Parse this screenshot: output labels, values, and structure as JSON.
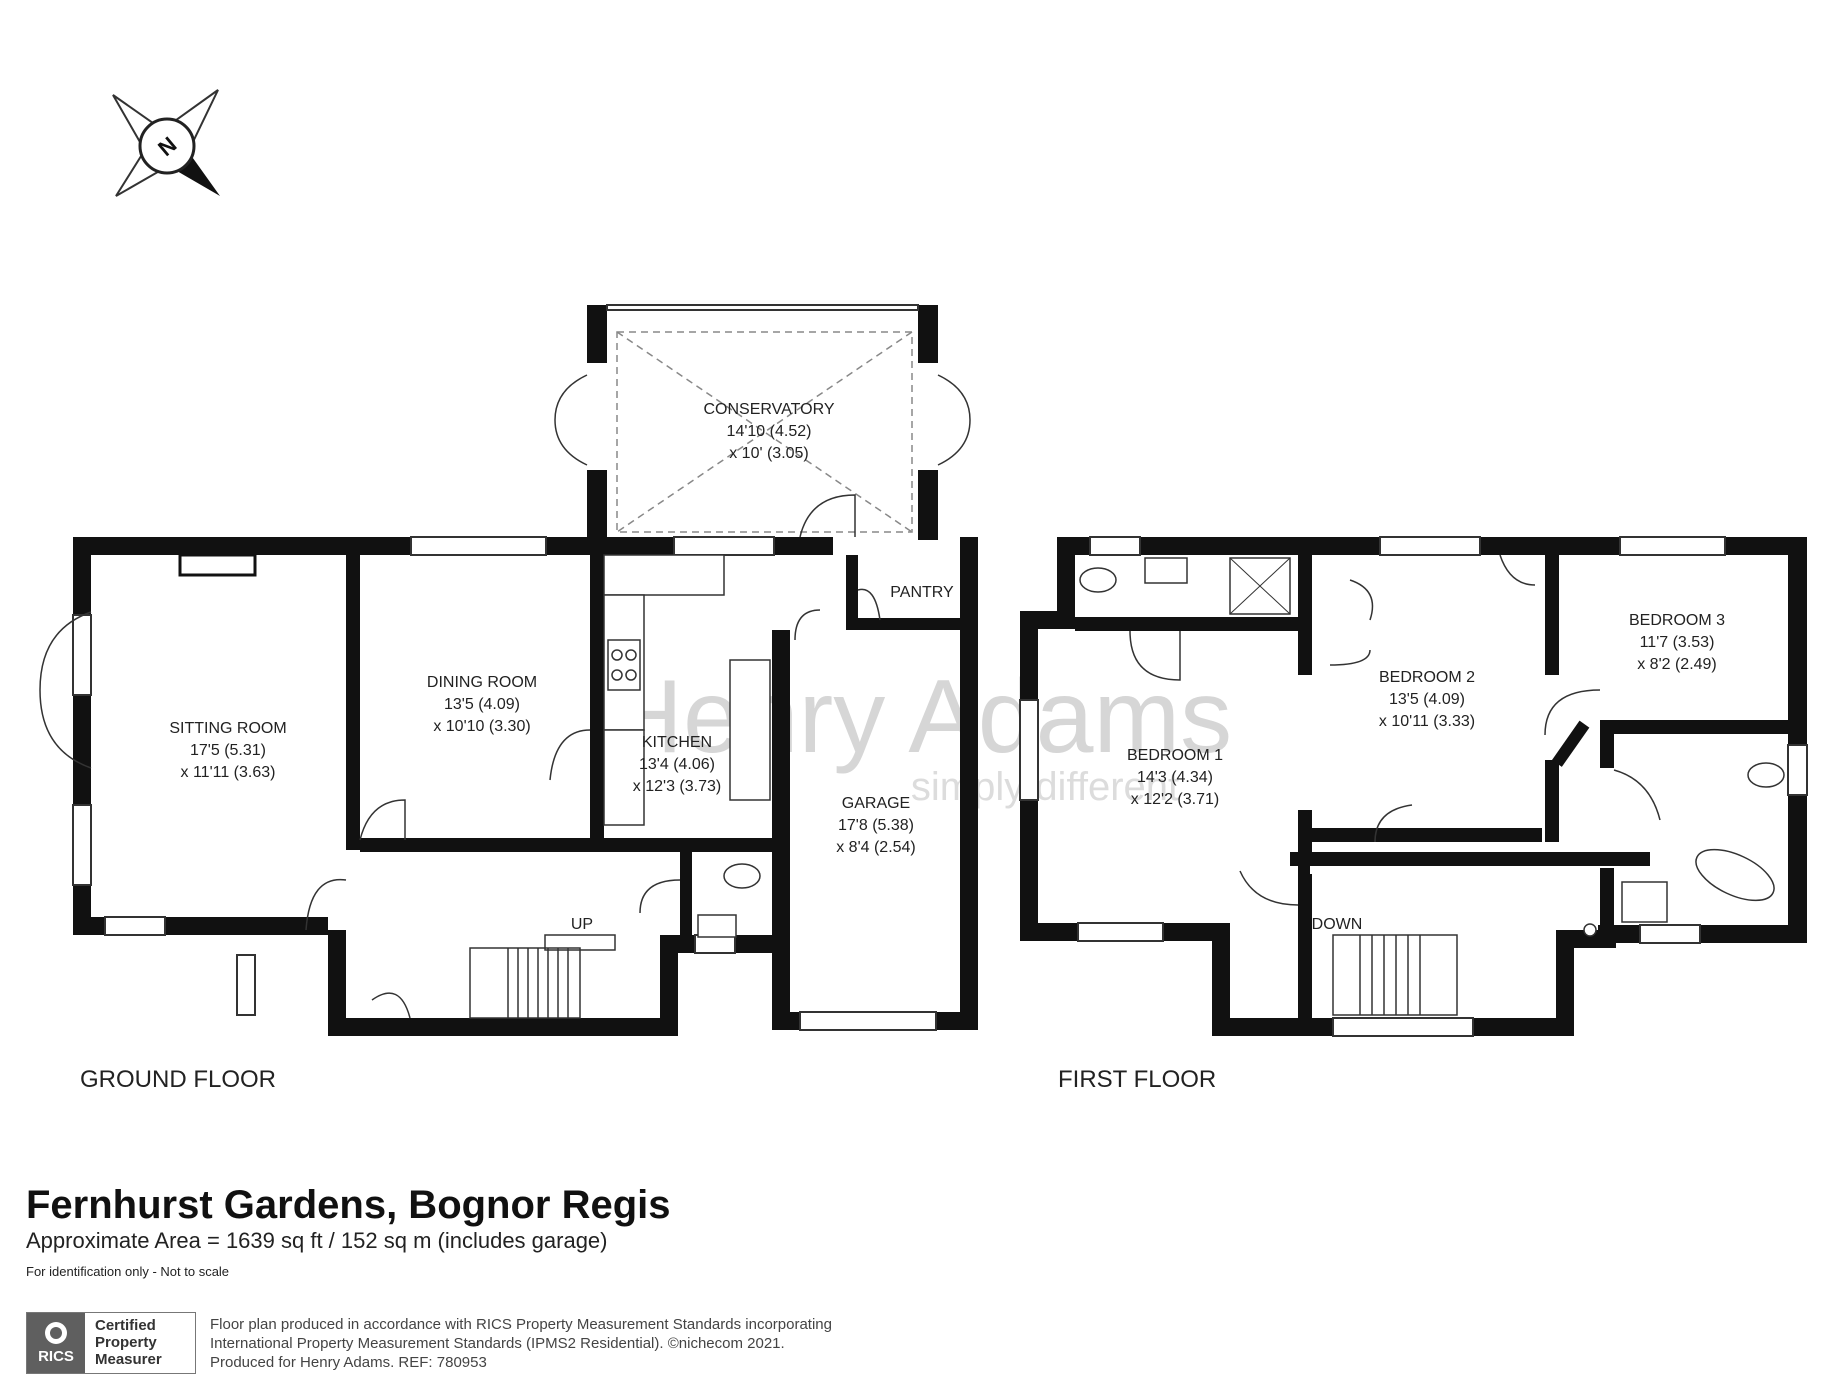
{
  "compass": {
    "north_label": "N"
  },
  "watermark": {
    "brand": "Henry Adams",
    "tagline": "simply different"
  },
  "ground_floor": {
    "label": "GROUND FLOOR",
    "rooms": {
      "conservatory": {
        "name": "CONSERVATORY",
        "dim1": "14'10 (4.52)",
        "dim2": "x 10' (3.05)"
      },
      "pantry": {
        "name": "PANTRY"
      },
      "sitting_room": {
        "name": "SITTING ROOM",
        "dim1": "17'5 (5.31)",
        "dim2": "x 11'11 (3.63)"
      },
      "dining_room": {
        "name": "DINING ROOM",
        "dim1": "13'5 (4.09)",
        "dim2": "x 10'10 (3.30)"
      },
      "kitchen": {
        "name": "KITCHEN",
        "dim1": "13'4 (4.06)",
        "dim2": "x 12'3 (3.73)"
      },
      "garage": {
        "name": "GARAGE",
        "dim1": "17'8 (5.38)",
        "dim2": "x 8'4 (2.54)"
      }
    },
    "stairs_label": "UP"
  },
  "first_floor": {
    "label": "FIRST FLOOR",
    "rooms": {
      "bedroom1": {
        "name": "BEDROOM 1",
        "dim1": "14'3 (4.34)",
        "dim2": "x 12'2 (3.71)"
      },
      "bedroom2": {
        "name": "BEDROOM 2",
        "dim1": "13'5 (4.09)",
        "dim2": "x 10'11 (3.33)"
      },
      "bedroom3": {
        "name": "BEDROOM 3",
        "dim1": "11'7 (3.53)",
        "dim2": "x 8'2 (2.49)"
      }
    },
    "stairs_label": "DOWN"
  },
  "footer": {
    "title": "Fernhurst Gardens, Bognor Regis",
    "area": "Approximate Area = 1639 sq ft / 152 sq m (includes garage)",
    "note": "For identification only - Not to scale",
    "rics_logo_text": "RICS",
    "badge_line1": "Certified",
    "badge_line2": "Property",
    "badge_line3": "Measurer",
    "credit_line1": "Floor plan produced in accordance with RICS Property Measurement Standards incorporating",
    "credit_line2": "International Property Measurement Standards (IPMS2 Residential).  ©nichecom 2021.",
    "credit_line3": "Produced for Henry Adams.   REF:  780953"
  }
}
